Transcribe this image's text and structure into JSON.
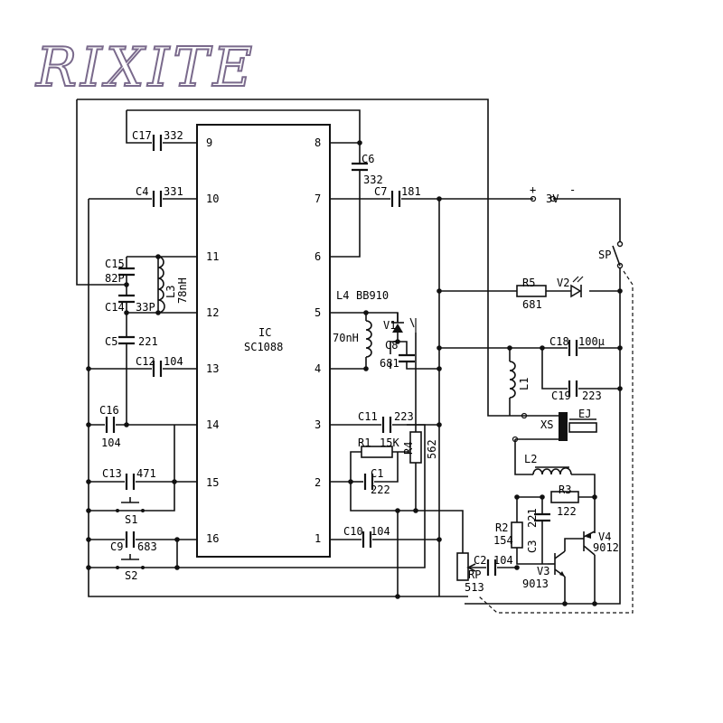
{
  "watermark": "RIXITE",
  "ic": {
    "name": "IC",
    "part": "SC1088"
  },
  "pins": {
    "p1": "1",
    "p2": "2",
    "p3": "3",
    "p4": "4",
    "p5": "5",
    "p6": "6",
    "p7": "7",
    "p8": "8",
    "p9": "9",
    "p10": "10",
    "p11": "11",
    "p12": "12",
    "p13": "13",
    "p14": "14",
    "p15": "15",
    "p16": "16"
  },
  "components": {
    "c17": "C17",
    "c17v": "332",
    "c6": "C6",
    "c6v": "332",
    "c4": "C4",
    "c4v": "331",
    "c7": "C7",
    "c7v": "181",
    "c15": "C15",
    "c15v": "82P",
    "c14": "C14",
    "c14v": "33P",
    "l3": "L3",
    "l3v": "78nH",
    "c5": "C5",
    "c5v": "221",
    "c12": "C12",
    "c12v": "104",
    "c16": "C16",
    "c16v": "104",
    "c13": "C13",
    "c13v": "471",
    "s1": "S1",
    "c9": "C9",
    "c9v": "683",
    "s2": "S2",
    "l4": "L4",
    "bb910": "BB910",
    "l4v": "70nH",
    "v1": "V1",
    "c8": "C8",
    "c8v": "681",
    "c11": "C11",
    "c11v": "223",
    "r1": "R1",
    "r1v": "15K",
    "r4": "R4",
    "r4v": "562",
    "c1": "C1",
    "c1v": "222",
    "c10": "C10",
    "c10v": "104",
    "battery_plus": "+",
    "battery": "3V",
    "battery_minus": "-",
    "sp": "SP",
    "r5": "R5",
    "r5v": "681",
    "v2": "V2",
    "c18": "C18",
    "c18v": "100µ",
    "l1": "L1",
    "c19": "C19",
    "c19v": "223",
    "xs": "XS",
    "ej": "EJ",
    "l2": "L2",
    "r3": "R3",
    "r3v": "122",
    "r2": "R2",
    "r2v": "154",
    "c3": "C3",
    "c3v": "221",
    "v4": "V4",
    "v4v": "9012",
    "v3": "V3",
    "v3v": "9013",
    "rp": "RP",
    "rpv": "513",
    "c2": "C2",
    "c2v": "104"
  }
}
